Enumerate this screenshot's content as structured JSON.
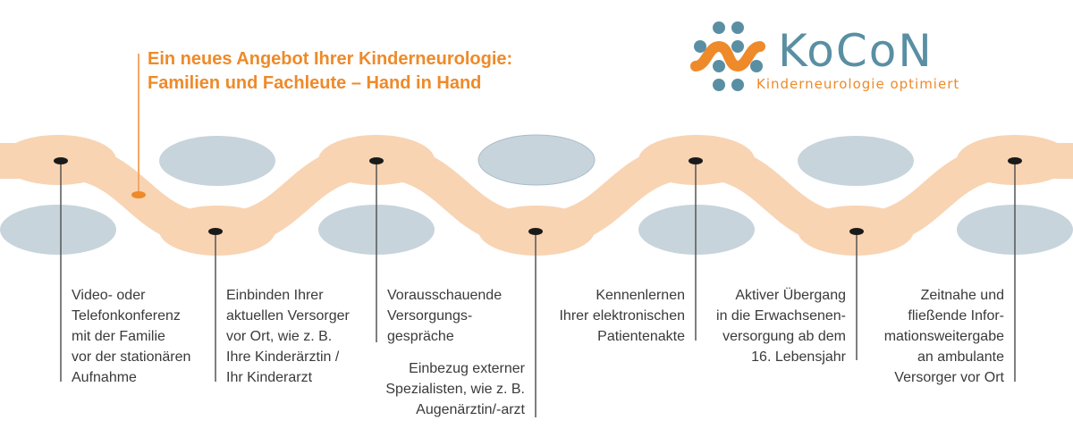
{
  "header": {
    "title_line1": "Ein neues Angebot Ihrer Kinderneurologie:",
    "title_line2": "Familien und Fachleute – Hand in Hand"
  },
  "logo": {
    "name": "KoCoN",
    "tagline": "Kinderneurologie optimiert"
  },
  "colors": {
    "accent": "#ee8a2a",
    "ribbon": "#f8d4b3",
    "node": "#c7d4dc",
    "brand": "#5a8fa3"
  },
  "steps": [
    {
      "text": "Video- oder\nTelefonkonferenz\nmit der Familie\nvor der stationären\nAufnahme"
    },
    {
      "text": "Einbinden Ihrer\naktuellen Versorger\nvor Ort, wie z. B.\nIhre Kinderärztin /\nIhr Kinderarzt"
    },
    {
      "text": "Vorausschauende\nVersorgungs-\ngespräche"
    },
    {
      "text": "Einbezug externer\nSpezialisten, wie z. B.\nAugenärztin/-arzt"
    },
    {
      "text": "Kennenlernen\nIhrer elektronischen\nPatientenakte"
    },
    {
      "text": "Aktiver Übergang\nin die Erwachsenen-\nversorgung ab dem\n16. Lebensjahr"
    },
    {
      "text": "Zeitnahe und\nfließende Infor-\nmationsweitergabe\nan ambulante\nVersorger vor Ort"
    }
  ]
}
